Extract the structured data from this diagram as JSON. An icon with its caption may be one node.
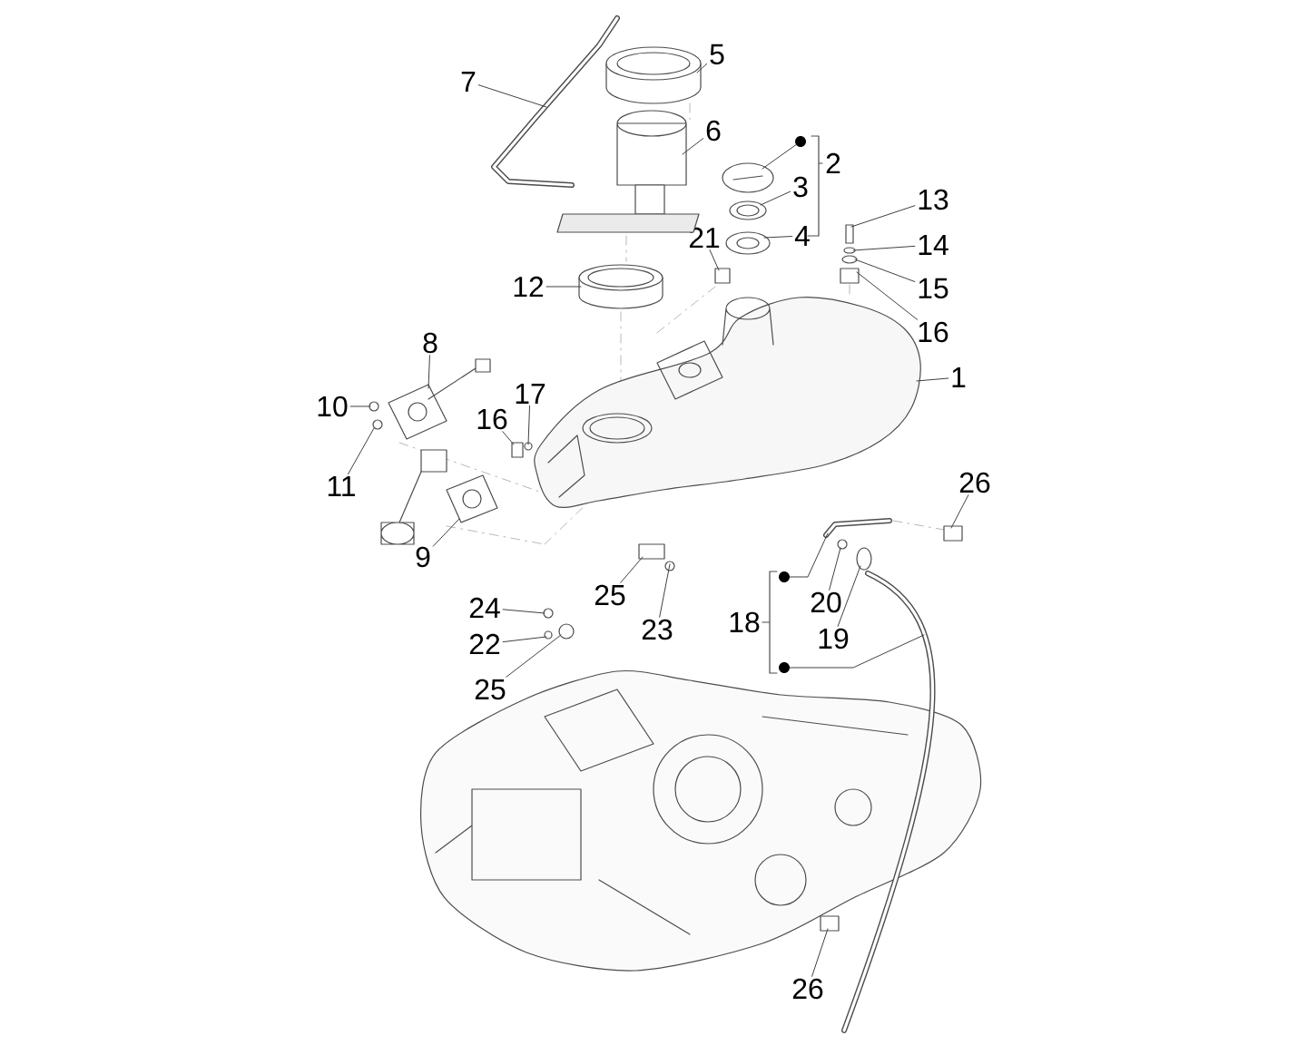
{
  "diagram": {
    "nodes": [
      {
        "text": [
          "5"
        ]
      },
      {
        "text": [
          "7"
        ]
      },
      {
        "text": [
          "6"
        ]
      },
      {
        "text": [],
        "shape": "circle"
      },
      {
        "text": [
          "2"
        ]
      },
      {
        "text": [
          "3"
        ]
      },
      {
        "text": [
          "13"
        ]
      },
      {
        "text": [
          "4"
        ]
      },
      {
        "text": [
          "21"
        ]
      },
      {
        "text": [
          "14"
        ]
      },
      {
        "text": [
          "15"
        ]
      },
      {
        "text": [
          "12"
        ]
      },
      {
        "text": [
          "16"
        ]
      },
      {
        "text": [
          "8"
        ]
      },
      {
        "text": [
          "1"
        ]
      },
      {
        "text": [
          "17"
        ]
      },
      {
        "text": [
          "10"
        ]
      },
      {
        "text": [
          "16"
        ]
      },
      {
        "text": [
          "11"
        ]
      },
      {
        "text": [
          "26"
        ]
      },
      {
        "text": [],
        "shape": "circle"
      },
      {
        "text": [
          "20"
        ]
      },
      {
        "text": [
          "9"
        ]
      },
      {
        "text": [
          "18"
        ]
      },
      {
        "text": [
          "19"
        ]
      },
      {
        "text": [
          "25"
        ]
      },
      {
        "text": [
          "24"
        ]
      },
      {
        "text": [],
        "shape": "circle"
      },
      {
        "text": [
          "23"
        ]
      },
      {
        "text": [
          "22"
        ]
      },
      {
        "text": [
          "25"
        ]
      },
      {
        "text": [
          "26"
        ]
      },
      {
        "text": [],
        "shape": "cylinder"
      },
      {
        "text": [],
        "shape": "picture"
      },
      {
        "text": [],
        "shape": "picture"
      },
      {
        "text": [],
        "shape": "picture"
      },
      {
        "text": [],
        "shape": "picture"
      },
      {
        "text": [],
        "shape": "box"
      },
      {
        "text": [],
        "shape": "picture"
      },
      {
        "text": [],
        "shape": "box"
      },
      {
        "text": [],
        "shape": "circle"
      },
      {
        "text": [],
        "shape": "circle"
      },
      {
        "text": [],
        "shape": "cylinder"
      },
      {
        "text": [],
        "shape": "box"
      },
      {
        "text": [],
        "shape": "picture"
      },
      {
        "text": [],
        "shape": "picture"
      },
      {
        "text": [],
        "shape": "circle"
      },
      {
        "text": [],
        "shape": "circle"
      },
      {
        "text": [],
        "shape": "box"
      },
      {
        "text": [],
        "shape": "circle"
      },
      {
        "text": [],
        "shape": "box"
      },
      {
        "text": [],
        "shape": "picture"
      },
      {
        "text": [],
        "shape": "circle"
      },
      {
        "text": [],
        "shape": "picture"
      },
      {
        "text": [],
        "shape": "circle"
      },
      {
        "text": [],
        "shape": "box"
      },
      {
        "text": [],
        "shape": "circle"
      },
      {
        "text": [],
        "shape": "picture"
      },
      {
        "text": [],
        "shape": "circle"
      },
      {
        "text": [],
        "shape": "circle"
      },
      {
        "text": [],
        "shape": "circle"
      },
      {
        "text": [],
        "shape": "box"
      }
    ],
    "edges": [
      {
        "from": 0,
        "to": 32,
        "arrow": "none"
      },
      {
        "from": 1,
        "to": 33,
        "arrow": "none"
      },
      {
        "from": 2,
        "to": 34,
        "arrow": "none"
      },
      {
        "from": 3,
        "to": 35,
        "arrow": "none"
      },
      {
        "from": 5,
        "to": 36,
        "arrow": "none"
      },
      {
        "from": 6,
        "to": 37,
        "arrow": "none"
      },
      {
        "from": 7,
        "to": 38,
        "arrow": "none"
      },
      {
        "from": 8,
        "to": 39,
        "arrow": "none"
      },
      {
        "from": 9,
        "to": 40,
        "arrow": "none"
      },
      {
        "from": 10,
        "to": 41,
        "arrow": "none"
      },
      {
        "from": 11,
        "to": 42,
        "arrow": "none"
      },
      {
        "from": 12,
        "to": 43,
        "arrow": "none"
      },
      {
        "from": 13,
        "to": 44,
        "arrow": "none"
      },
      {
        "from": 14,
        "to": 45,
        "arrow": "none"
      },
      {
        "from": 15,
        "to": 46,
        "arrow": "none"
      },
      {
        "from": 16,
        "to": 47,
        "arrow": "none"
      },
      {
        "from": 17,
        "to": 48,
        "arrow": "none"
      },
      {
        "from": 18,
        "to": 49,
        "arrow": "none"
      },
      {
        "from": 19,
        "to": 50,
        "arrow": "none"
      },
      {
        "from": 20,
        "to": 51,
        "arrow": "none"
      },
      {
        "from": 21,
        "to": 52,
        "arrow": "none"
      },
      {
        "from": 22,
        "to": 53,
        "arrow": "none"
      },
      {
        "from": 24,
        "to": 54,
        "arrow": "none"
      },
      {
        "from": 25,
        "to": 55,
        "arrow": "none"
      },
      {
        "from": 26,
        "to": 56,
        "arrow": "none"
      },
      {
        "from": 27,
        "to": 57,
        "arrow": "none"
      },
      {
        "from": 28,
        "to": 58,
        "arrow": "none"
      },
      {
        "from": 29,
        "to": 59,
        "arrow": "none"
      },
      {
        "from": 30,
        "to": 60,
        "arrow": "none"
      },
      {
        "from": 31,
        "to": 61,
        "arrow": "none"
      }
    ]
  }
}
